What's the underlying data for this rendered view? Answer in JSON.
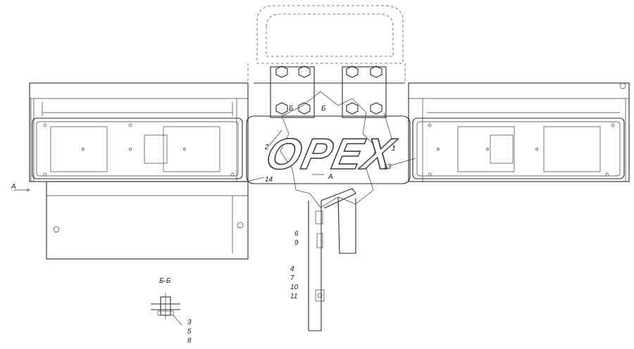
{
  "watermark": {
    "text": "OPEX",
    "color": "#3c3c3c"
  },
  "section_title": "Б-Б",
  "view_markers": {
    "left_view": "А",
    "center_view": "А",
    "section_left": "Б",
    "section_right": "Б"
  },
  "callouts": {
    "c1": "1",
    "c2": "2",
    "c13": "13",
    "c14": "14",
    "c6": "6",
    "c9": "9",
    "c4": "4",
    "c7": "7",
    "c10": "10",
    "c11": "11",
    "c3": "3",
    "c5": "5",
    "c8": "8"
  },
  "colors": {
    "line": "#2a2a2a",
    "background": "#ffffff"
  }
}
